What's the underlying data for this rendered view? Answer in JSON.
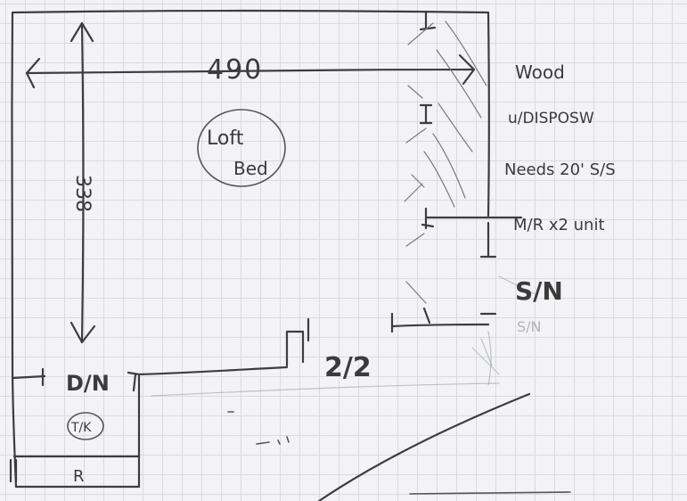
{
  "sketch": {
    "dimensions": {
      "width_label": "490",
      "height_label": "338"
    },
    "room_labels": {
      "loft_bed_line1": "Loft",
      "loft_bed_line2": "Bed",
      "door_dn": "D/N",
      "door_dn_circled": "T/K",
      "bottom_box": "R",
      "door_22": "2/2",
      "sn_main": "S/N",
      "sn_faint": "S/N"
    },
    "notes": {
      "wood": "Wood",
      "u_dispose": "u/DISPOSW",
      "needs": "Needs 20' S/S",
      "mr": "M/R x2 unit"
    }
  }
}
